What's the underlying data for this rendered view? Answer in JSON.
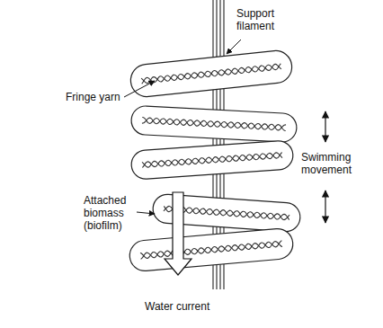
{
  "diagram": {
    "labels": [
      "Support filament",
      "Fringe yarn",
      "Swimming movement",
      "Attached biomass (biofilm)",
      "Water current"
    ]
  }
}
